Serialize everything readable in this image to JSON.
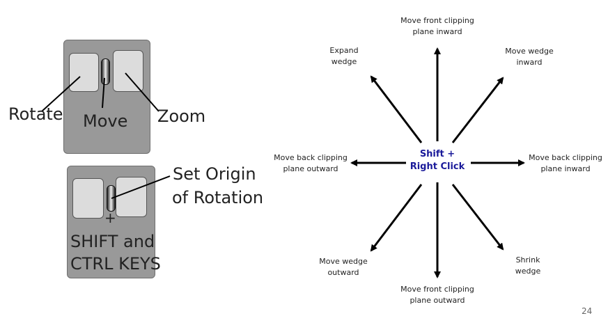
{
  "mouse_top": {
    "labels": {
      "rotate": "Rotate",
      "move": "Move",
      "zoom": "Zoom"
    }
  },
  "mouse_bottom": {
    "label_origin_line1": "Set Origin",
    "label_origin_line2": "of Rotation",
    "plus": "+",
    "keys_line1": "SHIFT and",
    "keys_line2": "CTRL KEYS"
  },
  "radial": {
    "center_line1": "Shift +",
    "center_line2": "Right Click",
    "directions": {
      "up": [
        "Move front clipping",
        "plane inward"
      ],
      "up_left": [
        "Expand",
        "wedge"
      ],
      "up_right": [
        "Move wedge",
        "inward"
      ],
      "left": [
        "Move back clipping",
        "plane outward"
      ],
      "right": [
        "Move back clipping",
        "plane inward"
      ],
      "down_left": [
        "Move wedge",
        "outward"
      ],
      "down": [
        "Move front clipping",
        "plane outward"
      ],
      "down_right": [
        "Shrink",
        "wedge"
      ]
    }
  },
  "page_number": "24"
}
